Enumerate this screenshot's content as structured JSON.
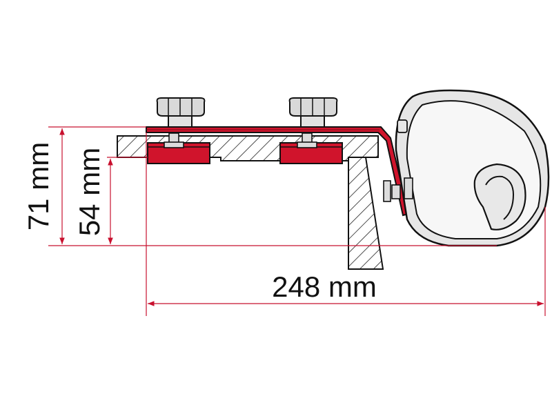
{
  "dimensions": {
    "total_height": "71 mm",
    "bracket_height": "54 mm",
    "total_width": "248 mm"
  },
  "colors": {
    "dimension_line": "#c8102e",
    "bracket_fill": "#d0142c",
    "outline": "#111111",
    "knob_fill": "#d9d9d9",
    "awning_fill": "#e6e6e6"
  },
  "icons": {
    "knob": "knob-icon",
    "bolt": "bolt-icon"
  }
}
